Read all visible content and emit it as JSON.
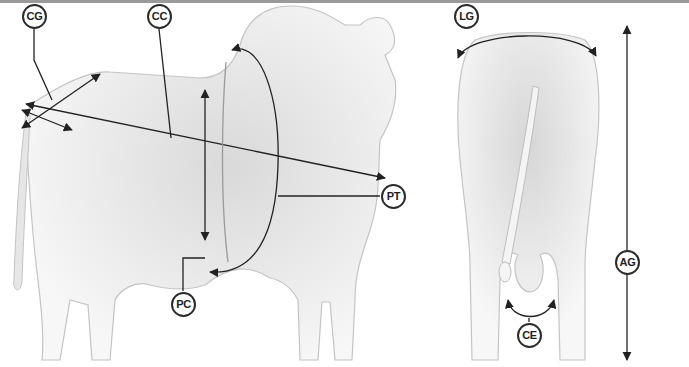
{
  "diagram": {
    "nodes": [
      {
        "text": [
          "CG"
        ]
      },
      {
        "text": [
          "CC"
        ]
      },
      {
        "text": [
          "LG"
        ]
      },
      {
        "text": [
          "PT"
        ]
      },
      {
        "text": [
          "AG"
        ]
      },
      {
        "text": [
          "PC"
        ]
      },
      {
        "text": [
          "CE"
        ]
      }
    ]
  }
}
